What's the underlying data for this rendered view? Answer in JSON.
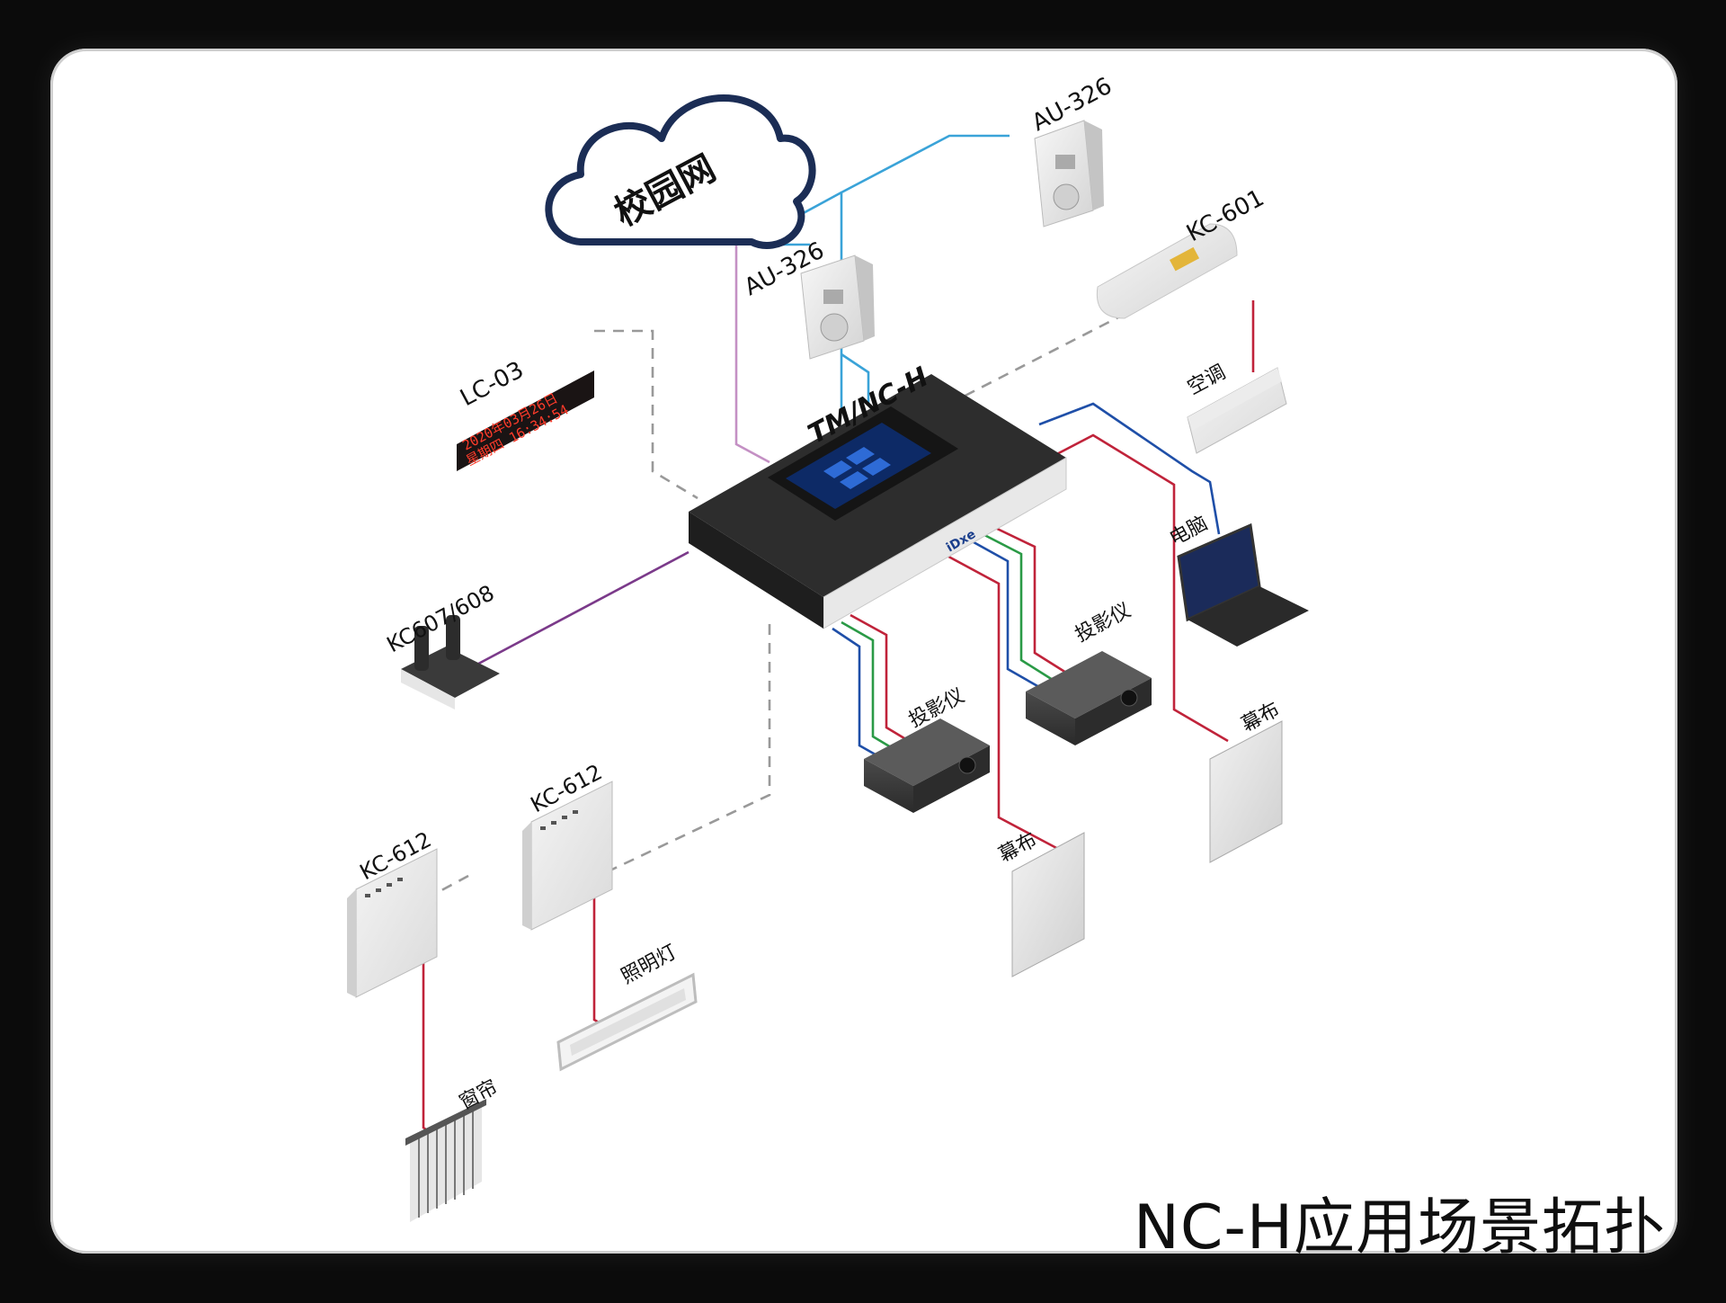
{
  "title": "NC-H应用场景拓扑",
  "nodes": {
    "cloud": "校园网",
    "controller": "TM/NC-H",
    "speaker_top": "AU-326",
    "speaker_left": "AU-326",
    "kc601": "KC-601",
    "aircon": "空调",
    "lc03": "LC-03",
    "kc607": "KC607/608",
    "computer": "电脑",
    "projector_left": "投影仪",
    "projector_right": "投影仪",
    "screen_right": "幕布",
    "screen_center": "幕布",
    "kc612_left": "KC-612",
    "kc612_right": "KC-612",
    "curtain": "窗帘",
    "light": "照明灯"
  },
  "led_display": {
    "line1": "2020年03月26日",
    "line2": "星期四  16:34:54"
  },
  "brand": "iDxe",
  "colors": {
    "frame_bg": "#0b0b0b",
    "panel_bg": "#ffffff",
    "cloud_stroke": "#1b2d55",
    "cable_audio": "#3aa3d8",
    "cable_net": "#c490c4",
    "cable_serial": "#7b3a8a",
    "cable_power": "#c0233a",
    "cable_video_blue": "#1f4fa8",
    "cable_video_green": "#2a9a46",
    "cable_wireless": "#999999"
  }
}
